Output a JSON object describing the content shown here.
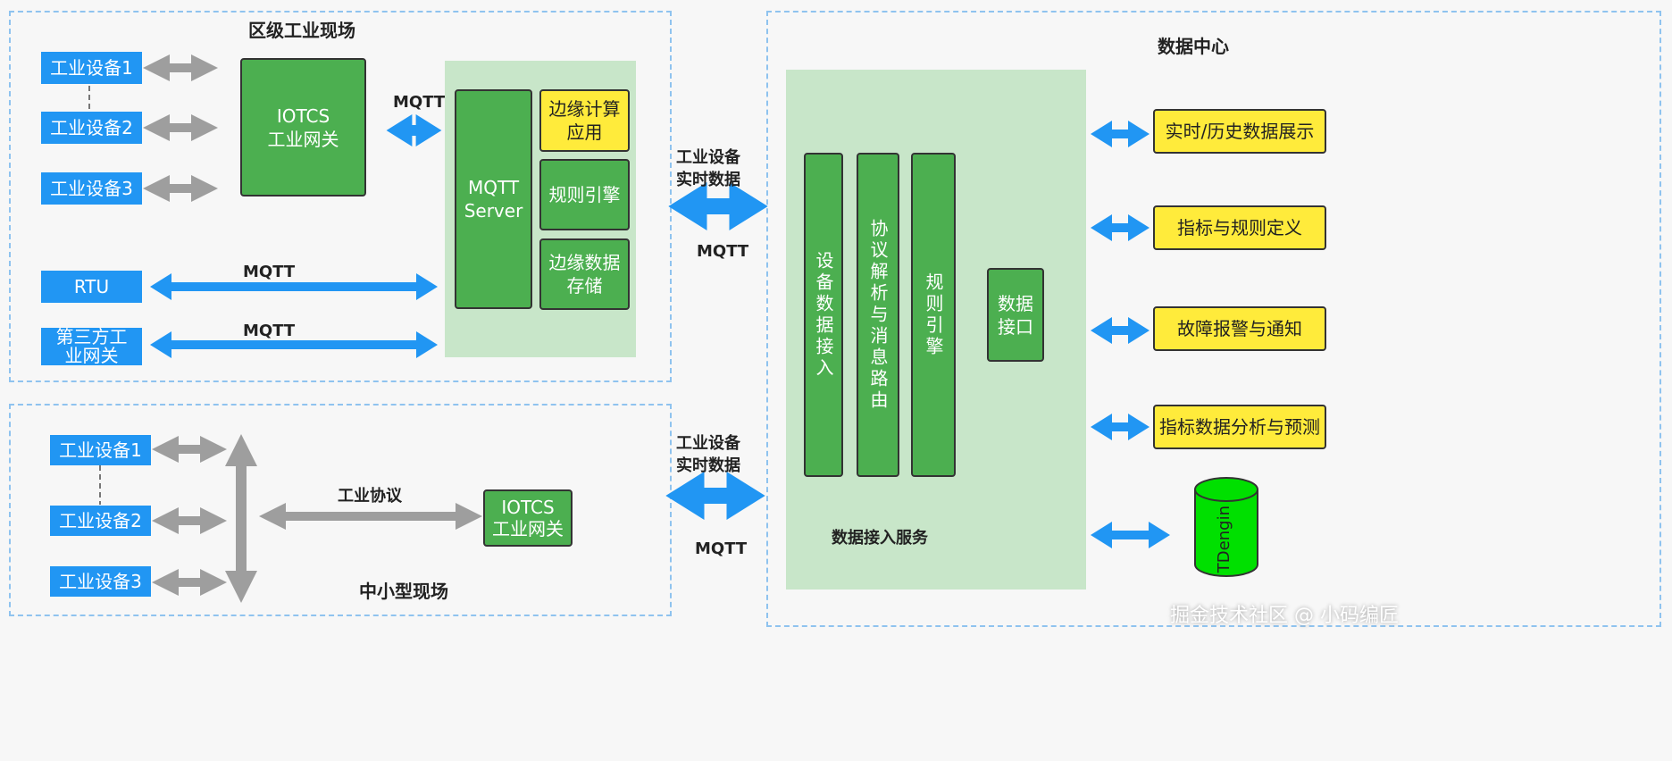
{
  "district": {
    "title": "区级工业现场",
    "devices": [
      "工业设备1",
      "工业设备2",
      "工业设备3"
    ],
    "gateway": "IOTCS\n工业网关",
    "rtu": "RTU",
    "third_party_gateway": "第三方工\n业网关",
    "mqtt_labels": [
      "MQTT",
      "MQTT",
      "MQTT"
    ],
    "mqtt_server": "MQTT\nServer",
    "edge_modules": [
      "边缘计算\n应用",
      "规则引擎",
      "边缘数据\n存储"
    ]
  },
  "small_site": {
    "title": "中小型现场",
    "devices": [
      "工业设备1",
      "工业设备2",
      "工业设备3"
    ],
    "protocol_label": "工业协议",
    "gateway": "IOTCS\n工业网关"
  },
  "links": {
    "upper_label": "工业设备\n实时数据",
    "upper_protocol": "MQTT",
    "lower_label": "工业设备\n实时数据",
    "lower_protocol": "MQTT"
  },
  "datacenter": {
    "title": "数据中心",
    "access_service_title": "数据接入服务",
    "columns": [
      "设备数据接入",
      "协议解析与消息路由",
      "规则引擎"
    ],
    "data_interface": "数据接口",
    "apps": [
      "实时/历史数据展示",
      "指标与规则定义",
      "故障报警与通知",
      "指标数据分析与预测"
    ],
    "database": "TDengin"
  },
  "watermark": "掘金技术社区 @ 小码编匠",
  "colors": {
    "device_blue": "#2196f3",
    "module_green": "#4caf50",
    "panel_green": "#c8e6c9",
    "app_yellow": "#ffeb3b",
    "arrow_gray": "#9e9e9e",
    "arrow_blue": "#2196f3",
    "db_green": "#00e000",
    "region_border": "#8fc3ef"
  }
}
